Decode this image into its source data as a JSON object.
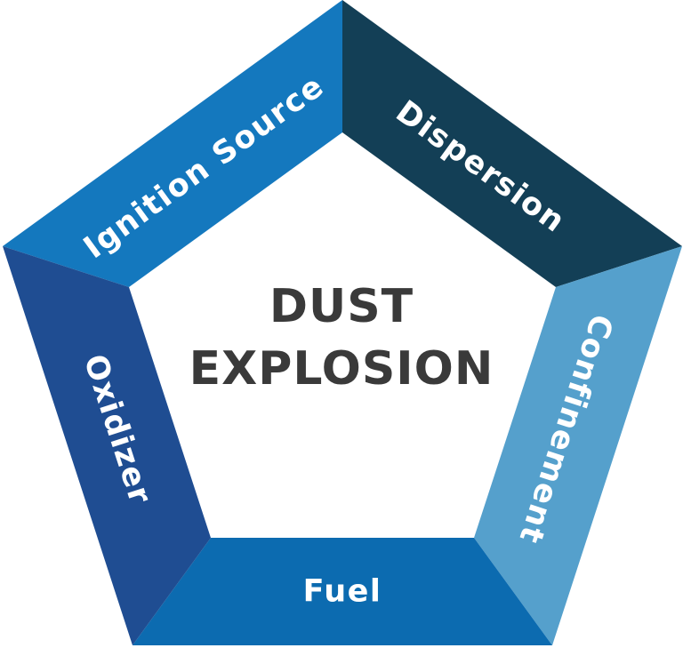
{
  "diagram": {
    "background_color": "#FFFFFF",
    "label_text_color": "#FFFFFF",
    "center": {
      "line1": "DUST",
      "line2": "EXPLOSION",
      "text_color": "#3A3A3A"
    },
    "segments": [
      {
        "id": "ignition-source",
        "label": "Ignition Source",
        "color": "#1478BE"
      },
      {
        "id": "dispersion",
        "label": "Dispersion",
        "color": "#133F56"
      },
      {
        "id": "confinement",
        "label": "Confinement",
        "color": "#55A0CC"
      },
      {
        "id": "fuel",
        "label": "Fuel",
        "color": "#0C6BB0"
      },
      {
        "id": "oxidizer",
        "label": "Oxidizer",
        "color": "#1F4D92"
      }
    ]
  }
}
